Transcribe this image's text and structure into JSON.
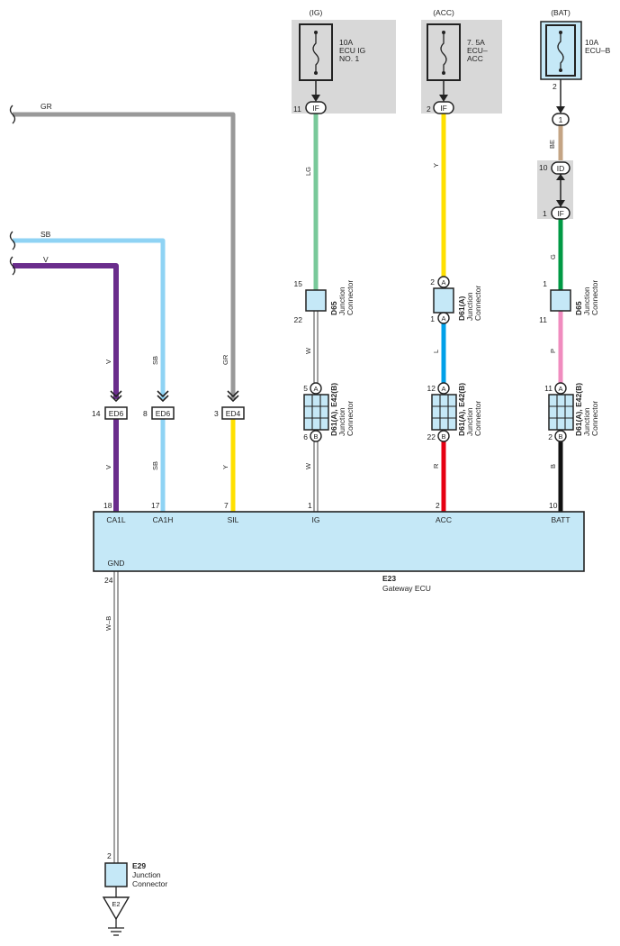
{
  "fuses": {
    "ig": {
      "source": "(IG)",
      "rating": "10A",
      "name1": "ECU IG",
      "name2": "NO. 1",
      "pin": "11",
      "conn": "IF"
    },
    "acc": {
      "source": "(ACC)",
      "rating": "7. 5A",
      "name1": "ECU–",
      "name2": "ACC",
      "pin": "2",
      "conn": "IF"
    },
    "bat": {
      "source": "(BAT)",
      "rating": "10A",
      "name1": "ECU–B",
      "pin": "2"
    }
  },
  "bat_path": {
    "c1_pin": "1",
    "id_pin": "10",
    "id_label": "ID",
    "if_pin": "1",
    "if_label": "IF"
  },
  "left_wires": {
    "gr": "GR",
    "sb": "SB",
    "v": "V"
  },
  "wire_colors": {
    "V": "#6a2d8c",
    "SB": "#8fd3f4",
    "GR": "#999999",
    "Y": "#ffe000",
    "LG": "#79c99a",
    "L": "#00a0e9",
    "R": "#e60012",
    "G": "#009944",
    "P": "#f08cbf",
    "B": "#111111",
    "BE": "#c4a484",
    "W": "#ffffff"
  },
  "wire_labels": {
    "v_up": "V",
    "sb_up": "SB",
    "gr_up": "GR",
    "v_low": "V",
    "sb_low": "SB",
    "y_low": "Y",
    "lg": "LG",
    "w_mid": "W",
    "w_low": "W",
    "y_acc": "Y",
    "l": "L",
    "r": "R",
    "be": "BE",
    "g": "G",
    "p": "P",
    "b": "B",
    "wb": "W–B"
  },
  "ed_connectors": [
    {
      "pin": "14",
      "label": "ED6"
    },
    {
      "pin": "8",
      "label": "ED6"
    },
    {
      "pin": "3",
      "label": "ED4"
    }
  ],
  "junctions": {
    "d65_ig": {
      "pin_top": "15",
      "pin_bottom": "22",
      "code": "D65",
      "line1": "Junction",
      "line2": "Connector"
    },
    "d61_acc": {
      "pin_top": "2",
      "pin_bottom": "1",
      "tag_top": "A",
      "tag_bottom": "A",
      "code": "D61(A)",
      "line1": "Junction",
      "line2": "Connector"
    },
    "d65_bat": {
      "pin_top": "1",
      "pin_bottom": "11",
      "code": "D65",
      "line1": "Junction",
      "line2": "Connector"
    },
    "d61e42_ig": {
      "pin_top": "5",
      "pin_bottom": "6",
      "tag_top": "A",
      "tag_bottom": "B",
      "code": "D61(A), E42(B)",
      "line1": "Junction",
      "line2": "Connector"
    },
    "d61e42_acc": {
      "pin_top": "12",
      "pin_bottom": "22",
      "tag_top": "A",
      "tag_bottom": "B",
      "code": "D61(A), E42(B)",
      "line1": "Junction",
      "line2": "Connector"
    },
    "d61e42_bat": {
      "pin_top": "11",
      "pin_bottom": "2",
      "tag_top": "A",
      "tag_bottom": "B",
      "code": "D61(A), E42(B)",
      "line1": "Junction",
      "line2": "Connector"
    }
  },
  "ecu": {
    "code": "E23",
    "name": "Gateway ECU",
    "pins": [
      {
        "num": "18",
        "name": "CA1L"
      },
      {
        "num": "17",
        "name": "CA1H"
      },
      {
        "num": "7",
        "name": "SIL"
      },
      {
        "num": "1",
        "name": "IG"
      },
      {
        "num": "2",
        "name": "ACC"
      },
      {
        "num": "10",
        "name": "BATT"
      }
    ],
    "gnd_pin": "24",
    "gnd_name": "GND"
  },
  "e29": {
    "pin": "2",
    "code": "E29",
    "line1": "Junction",
    "line2": "Connector"
  },
  "ground": {
    "label": "E2"
  }
}
